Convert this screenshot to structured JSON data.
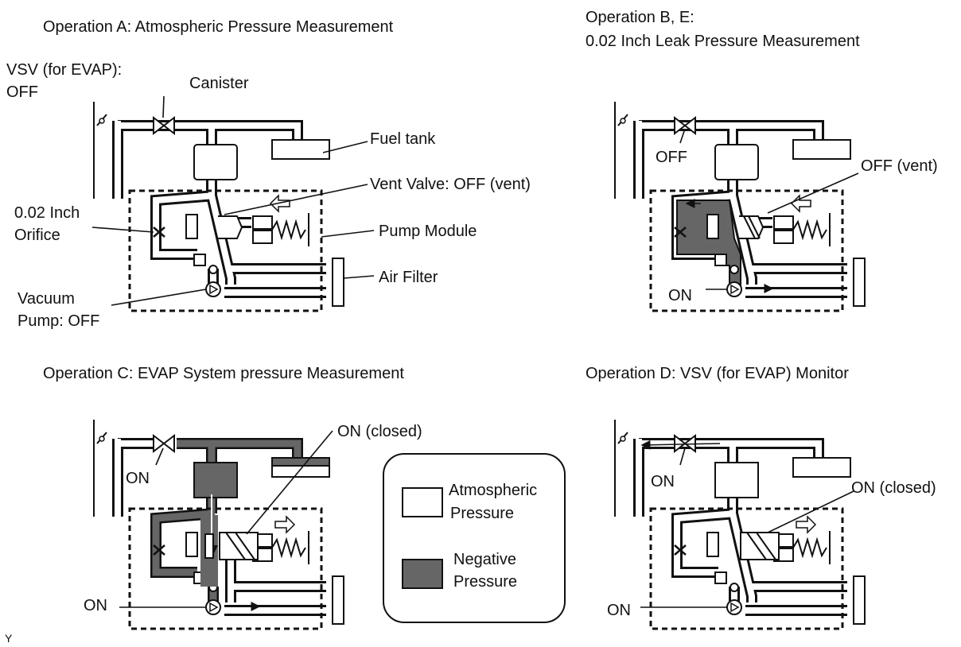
{
  "colors": {
    "atmospheric": "#ffffff",
    "negative": "#666666",
    "line": "#111111"
  },
  "panelA": {
    "title": "Operation A: Atmospheric Pressure Measurement",
    "vsv_line1": "VSV (for EVAP):",
    "vsv_line2": "OFF",
    "canister": "Canister",
    "fuel_tank": "Fuel tank",
    "vent_valve": "Vent Valve: OFF (vent)",
    "orifice_line1": "0.02 Inch",
    "orifice_line2": "Orifice",
    "pump_module": "Pump Module",
    "air_filter": "Air Filter",
    "vacuum_line1": "Vacuum",
    "vacuum_line2": "Pump: OFF"
  },
  "panelB": {
    "title_line1": "Operation B, E:",
    "title_line2": "0.02 Inch Leak Pressure Measurement",
    "vsv": "OFF",
    "vent": "OFF (vent)",
    "pump": "ON"
  },
  "panelC": {
    "title": "Operation C: EVAP System pressure Measurement",
    "vsv": "ON",
    "vent": "ON (closed)",
    "pump": "ON"
  },
  "panelD": {
    "title": "Operation D: VSV (for EVAP) Monitor",
    "vsv": "ON",
    "vent": "ON (closed)",
    "pump": "ON"
  },
  "legend": {
    "atm_line1": "Atmospheric",
    "atm_line2": "Pressure",
    "neg_line1": "Negative",
    "neg_line2": "Pressure"
  },
  "corner_mark": "Y"
}
